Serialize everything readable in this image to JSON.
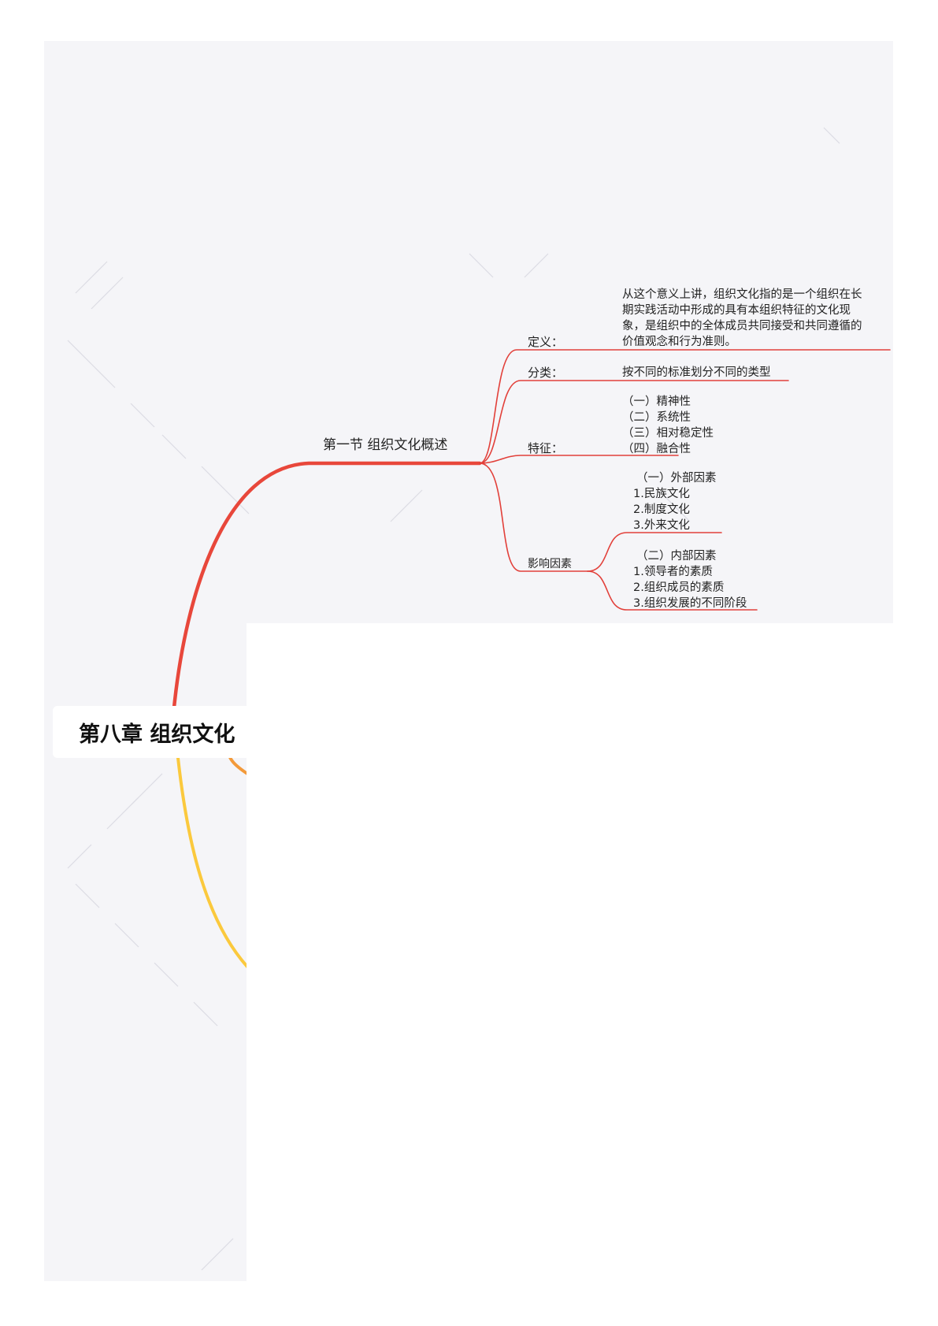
{
  "root": {
    "title": "第八章  组织文化"
  },
  "section1": {
    "title": "第一节  组织文化概述",
    "definition": {
      "label": "定义：",
      "lines": [
        "从这个意义上讲，组织文化指的是一个组织在长",
        "期实践活动中形成的具有本组织特征的文化现",
        "象，是组织中的全体成员共同接受和共同遵循的",
        "价值观念和行为准则。"
      ]
    },
    "classification": {
      "label": "分类：",
      "text": "按不同的标准划分不同的类型"
    },
    "features": {
      "label": "特征：",
      "lines": [
        "（一）精神性",
        "（二）系统性",
        "（三）相对稳定性",
        "（四）融合性"
      ]
    },
    "factors": {
      "label": "影响因素",
      "external": [
        "（一）外部因素",
        "1.民族文化",
        "2.制度文化",
        "3.外来文化"
      ],
      "internal": [
        "（二）内部因素",
        "1.领导者的素质",
        "2.组织成员的素质",
        "3.组织发展的不同阶段"
      ]
    }
  },
  "colors": {
    "canvas": "#f5f5f8",
    "red_branch": "#e8473b",
    "orange_branch": "#f39a3a",
    "yellow_branch": "#fbc93d",
    "line": "#e2403a"
  }
}
